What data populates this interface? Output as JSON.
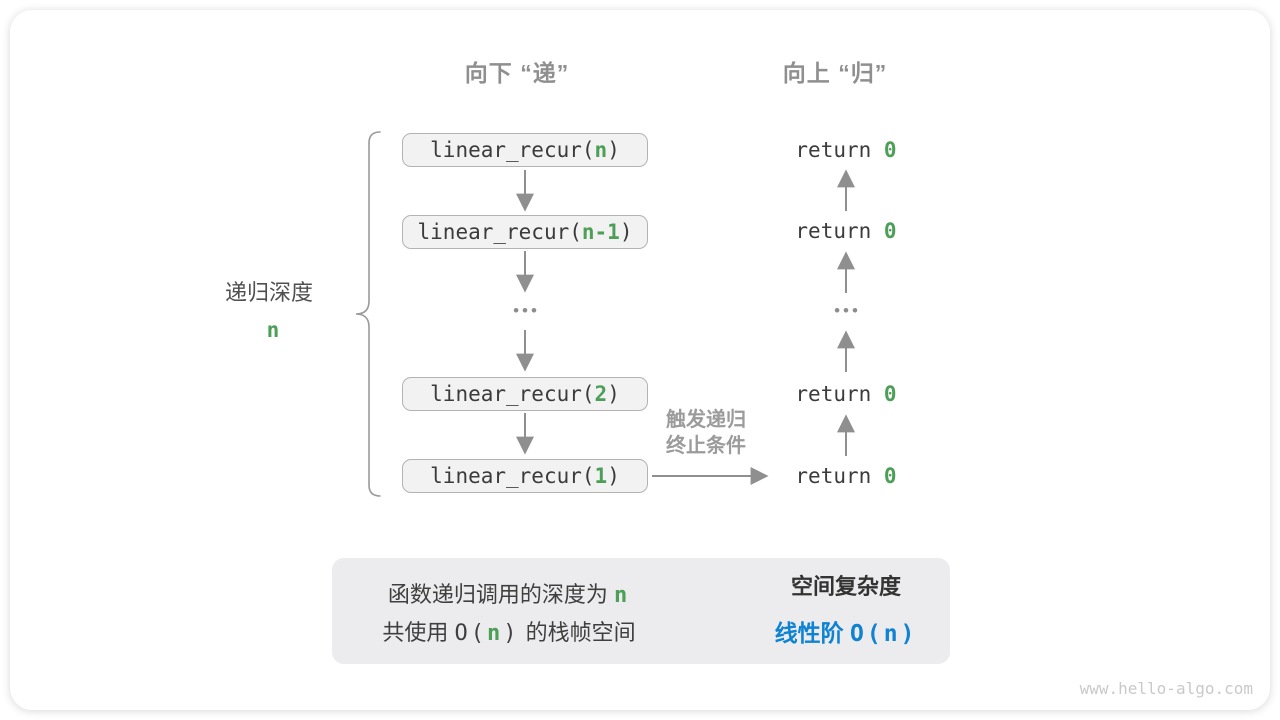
{
  "headers": {
    "descend": "向下 “递”",
    "ascend": "向上 “归”"
  },
  "depth": {
    "label": "递归深度",
    "value": "n"
  },
  "calls": [
    {
      "pre": "linear_recur(",
      "arg": "n",
      "post": ")"
    },
    {
      "pre": "linear_recur(",
      "arg": "n-1",
      "post": ")"
    },
    {
      "pre": "linear_recur(",
      "arg": "2",
      "post": ")"
    },
    {
      "pre": "linear_recur(",
      "arg": "1",
      "post": ")"
    }
  ],
  "returns": [
    {
      "kw": "return ",
      "val": "0"
    },
    {
      "kw": "return ",
      "val": "0"
    },
    {
      "kw": "return ",
      "val": "0"
    },
    {
      "kw": "return ",
      "val": "0"
    }
  ],
  "ellipsis": "•••",
  "trigger": {
    "line1": "触发递归",
    "line2": "终止条件"
  },
  "summary": {
    "left": {
      "l1_pre": "函数递归调用的深度为 ",
      "l1_n": "n",
      "l2_pre": "共使用 ",
      "l2_o": "O(",
      "l2_n": "n",
      "l2_close": ")",
      "l2_post": " 的栈帧空间"
    },
    "right": {
      "title": "空间复杂度",
      "value_prefix": "线性阶 ",
      "value_big_o": "O(n)"
    }
  },
  "watermark": "www.hello-algo.com",
  "icons": {
    "down_arrow": "down-arrow",
    "up_arrow": "up-arrow",
    "right_arrow": "right-arrow",
    "fat_right_arrow": "fat-right-arrow",
    "brace": "left-curly-brace"
  },
  "colors": {
    "green_accent": "#4d9e56",
    "blue_accent": "#0e82d3",
    "arrow_gray": "#8f8f8f",
    "box_fill": "#f2f2f3",
    "box_border": "#b3b3b3",
    "summary_fill": "#ececee"
  }
}
